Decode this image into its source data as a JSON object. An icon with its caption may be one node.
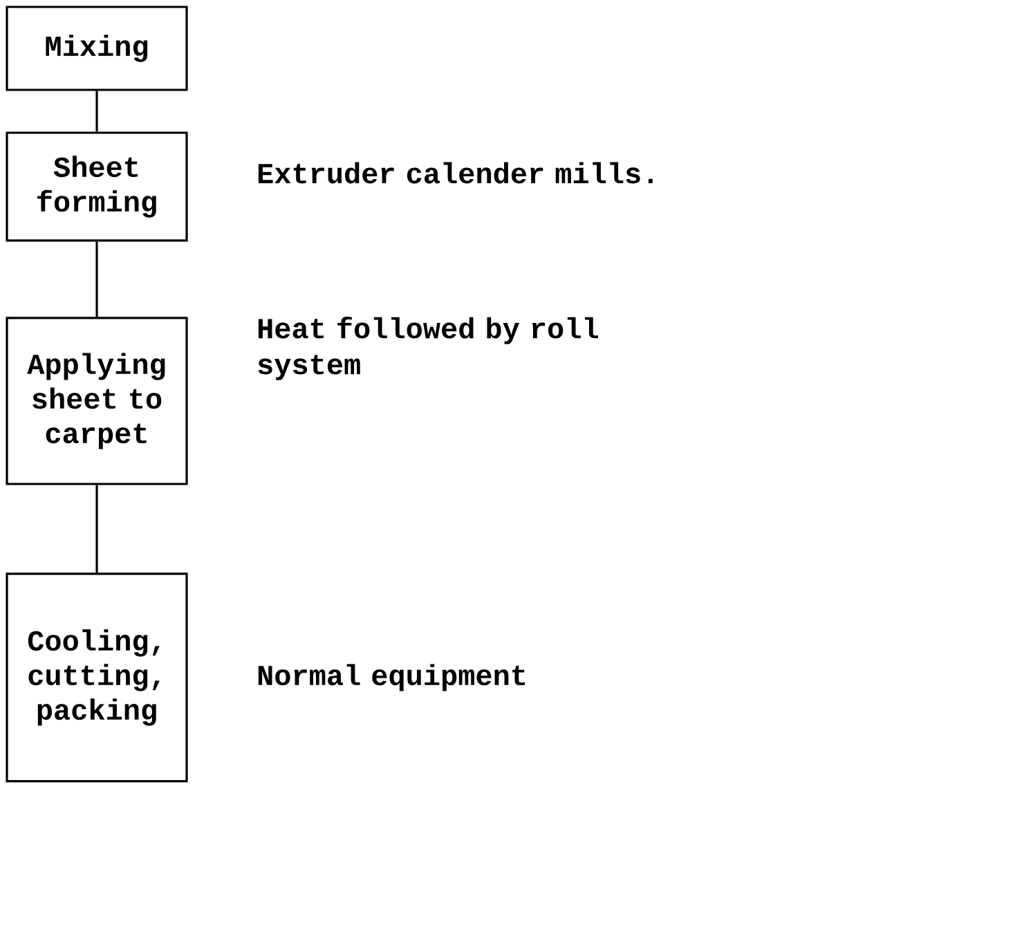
{
  "diagram": {
    "nodes": [
      {
        "text": [
          "Mixing"
        ]
      },
      {
        "text": [
          "Sheet forming"
        ],
        "beside": [
          "Extruder calender mills."
        ]
      },
      {
        "text": [
          "Applying sheet to carpet"
        ],
        "beside": [
          "Heat followed by roll system"
        ]
      },
      {
        "text": [
          "Cooling, cutting, packing"
        ],
        "beside": [
          "Normal equipment"
        ]
      }
    ],
    "edges": [
      {
        "from": 0,
        "to": 1,
        "arrow": "none"
      },
      {
        "from": 1,
        "to": 2,
        "arrow": "none"
      },
      {
        "from": 2,
        "to": 3,
        "arrow": "none"
      }
    ]
  }
}
